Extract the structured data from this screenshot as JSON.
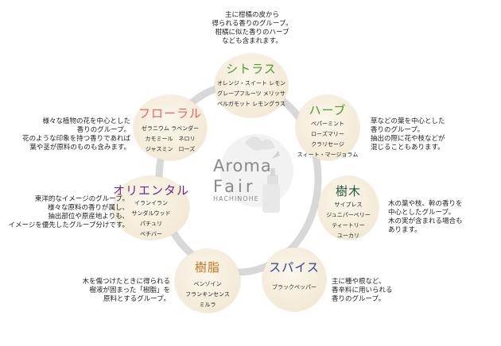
{
  "center": {
    "title_line1": "Aroma",
    "title_line2": "Fair",
    "subtitle": "HACHINOHE"
  },
  "groups": {
    "citrus": {
      "title": "シトラス",
      "title_color": "#4e9a2e",
      "items": [
        "オレンジ・スイート レモン",
        "グレープフルーツ メリッサ",
        "ベルガモット レモングラス"
      ],
      "description": "主に柑橘の皮から\n得られる香りのグループ。\n柑橘に似た香りのハーブ\nなども含まれます。"
    },
    "herb": {
      "title": "ハーブ",
      "title_color": "#4e9a2e",
      "items": [
        "ペパーミント",
        "ローズマリー",
        "クラリセージ",
        "スィート・マージョラム"
      ],
      "description": "草などの葉を中心とした\n香りのグループ。\n抽出の際に花や枝などが\n混じることもあります。"
    },
    "wood": {
      "title": "樹木",
      "title_color": "#1f5a3c",
      "items": [
        "サイプレス",
        "ジュニパーベリー",
        "ティートリー",
        "ユーカリ"
      ],
      "description": "木の葉や枝、幹の香りを\n中心としたグループ。\n木の実が含まれる場合も\nあります。"
    },
    "spice": {
      "title": "スパイス",
      "title_color": "#2f3f8f",
      "items": [
        "ブラックペッパー"
      ],
      "description": "主に種や根など、\n香辛料に用いられる\n香りのグループ。"
    },
    "resin": {
      "title": "樹脂",
      "title_color": "#d4731a",
      "items": [
        "ベンゾイン",
        "フランキンセンス",
        "ミルラ"
      ],
      "description": "木を傷つけたときに得られる\n樹液が固まった「樹脂」を\n原料とするグループ。"
    },
    "oriental": {
      "title": "オリエンタル",
      "title_color": "#6a2a88",
      "items": [
        "イランイラン",
        "サンダルウッド",
        "パチュリ",
        "ベチバー"
      ],
      "description": "東洋的なイメージのグループ。\n様々な原料の香りが属し、\n抽出部位や原産地よりも、\nイメージを優先したグループ分けです。"
    },
    "floral": {
      "title": "フローラル",
      "title_color": "#e26565",
      "items": [
        "ゼラニウム ラベンダー",
        "カモミール　ネロリ",
        "ジャスミン　ローズ"
      ],
      "description": "様々な植物の花を中心とした\n香りのグループ。\n花のような印象を持つ香りであれば\n葉や茎が原料のものも含みます。"
    }
  }
}
